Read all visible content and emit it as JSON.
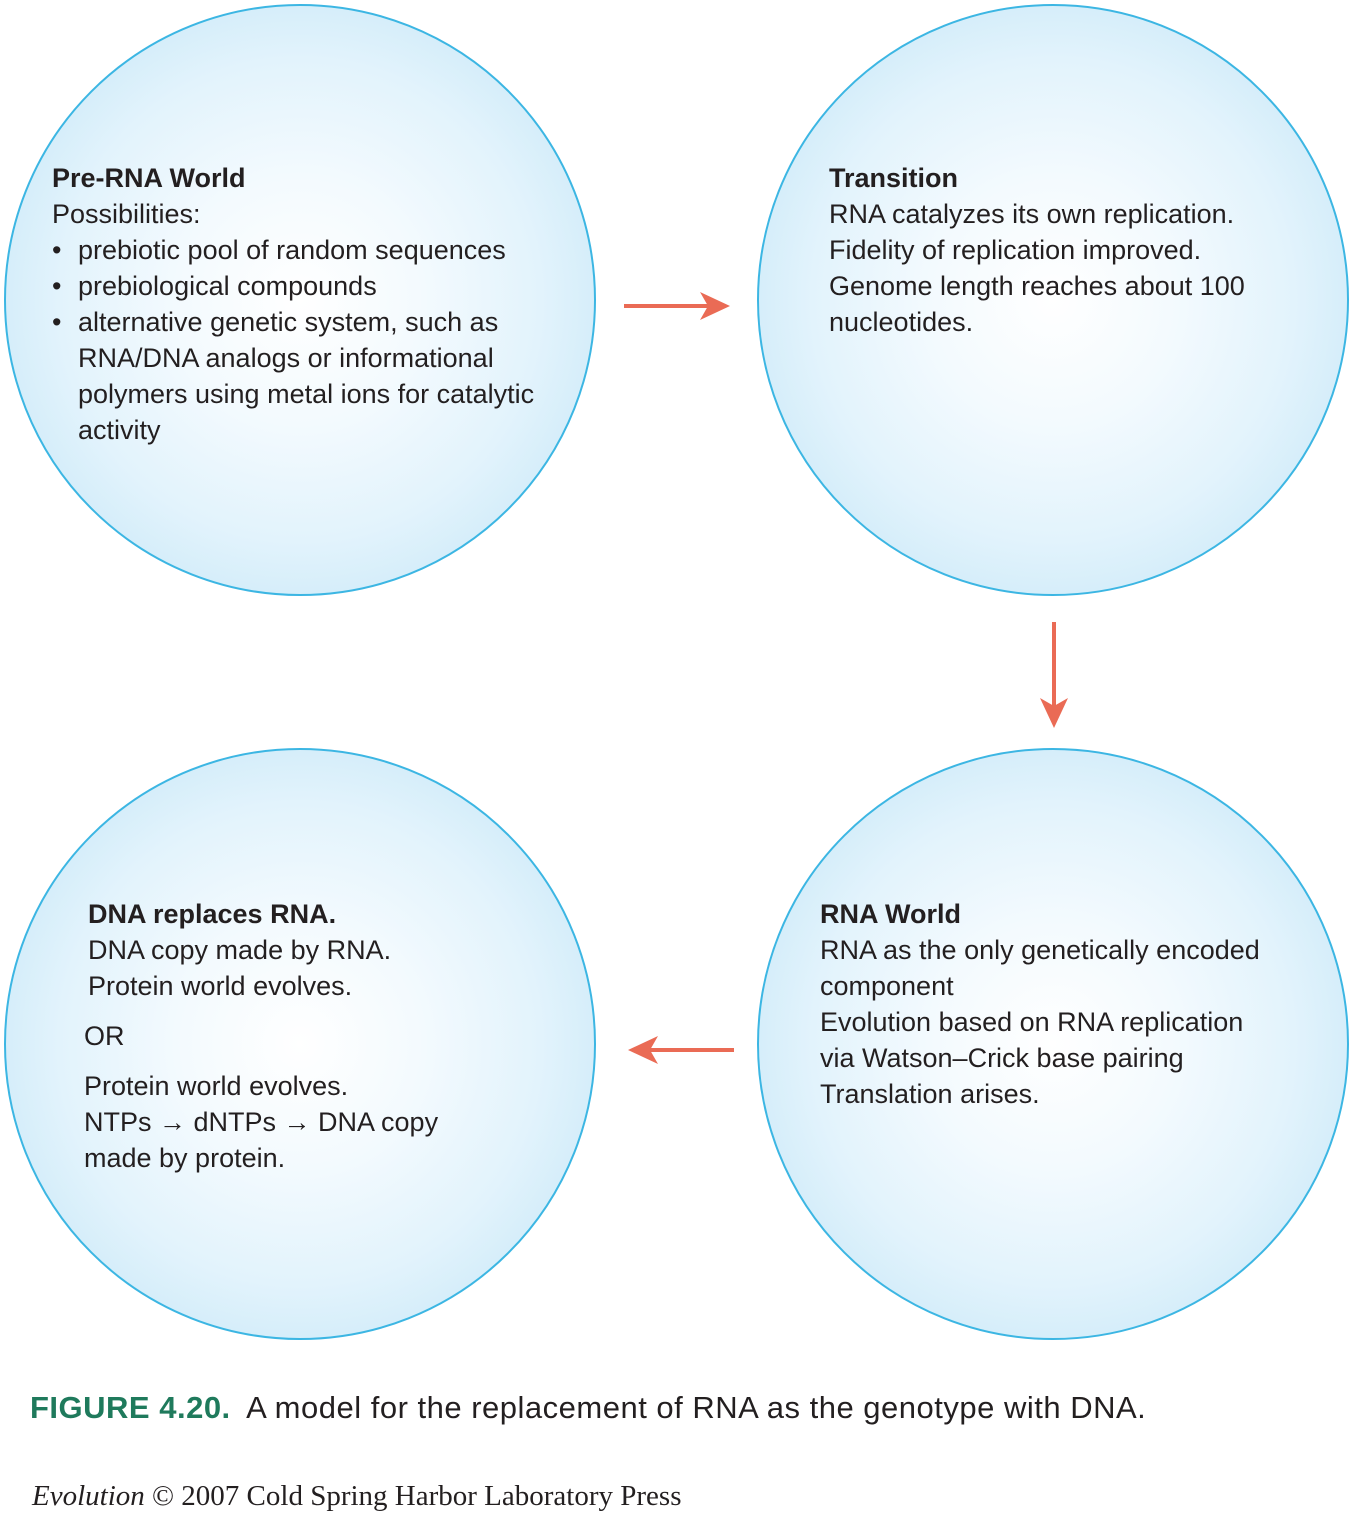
{
  "colors": {
    "circle_border": "#3cb6e3",
    "circle_fill": "#d6eefa",
    "arrow": "#ea6b55",
    "figure_label": "#1f7a5c"
  },
  "pre_rna": {
    "title": "Pre-RNA World",
    "intro": "Possibilities:",
    "bullets": [
      "prebiotic pool of random sequences",
      "prebiological compounds",
      "alternative genetic system, such as RNA/DNA analogs or informational polymers using metal ions for catalytic activity"
    ]
  },
  "transition": {
    "title": "Transition",
    "lines": [
      "RNA catalyzes its own replication.",
      "Fidelity of replication improved.",
      "Genome length reaches about 100",
      "nucleotides."
    ]
  },
  "rna_world": {
    "title": "RNA World",
    "lines": [
      "RNA as the only genetically encoded",
      "component",
      "Evolution based on RNA replication",
      "via Watson–Crick base pairing",
      "Translation arises."
    ]
  },
  "dna_replaces": {
    "title": "DNA replaces RNA.",
    "lines_a": [
      "DNA copy made by RNA.",
      "Protein world evolves."
    ],
    "or_label": "OR",
    "lines_b": [
      "Protein world evolves.",
      "NTPs → dNTPs → DNA copy",
      "made by protein."
    ]
  },
  "caption": {
    "figure_label": "FIGURE 4.20.",
    "text": "A model for the replacement of RNA as the genotype with DNA."
  },
  "credit": {
    "book": "Evolution",
    "text": "© 2007 Cold Spring Harbor Laboratory Press"
  }
}
